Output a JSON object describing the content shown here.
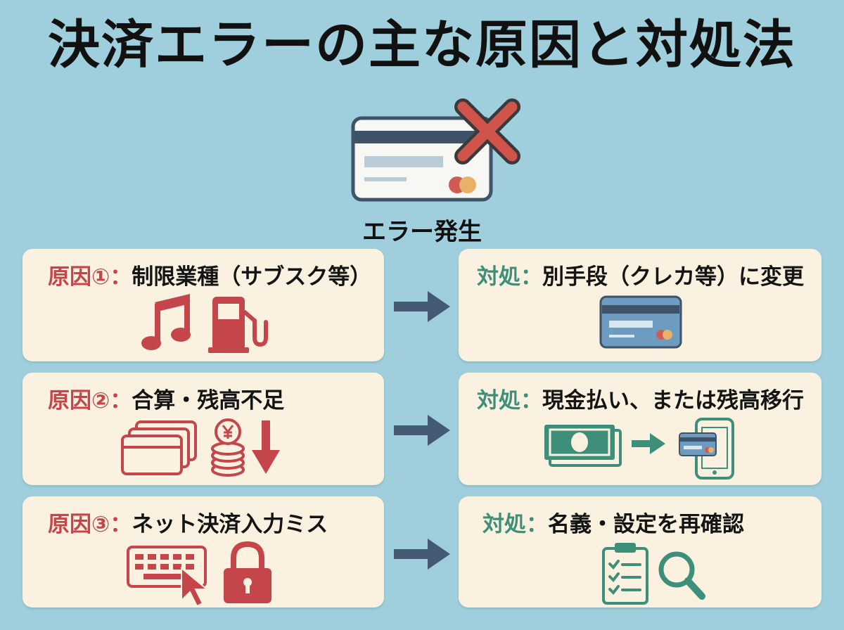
{
  "title": "決済エラーの主な原因と対処法",
  "hero": {
    "caption": "エラー発生"
  },
  "colors": {
    "background": "#9fcfdc",
    "cause": "#c5464a",
    "fix": "#3d8f7a",
    "arrow": "#445a73",
    "box": "#faf1e0"
  },
  "rows": [
    {
      "cause_label": "原因①",
      "cause_text": "制限業種（サブスク等）",
      "cause_icons": [
        "music-note-icon",
        "fuel-pump-icon"
      ],
      "fix_label": "対処",
      "fix_text": "別手段（クレカ等）に変更",
      "fix_icons": [
        "credit-card-icon"
      ]
    },
    {
      "cause_label": "原因②",
      "cause_text": "合算・残高不足",
      "cause_icons": [
        "stacked-cards-icon",
        "yen-coins-icon",
        "down-arrow-icon"
      ],
      "fix_label": "対処",
      "fix_text": "現金払い、または残高移行",
      "fix_icons": [
        "banknote-icon",
        "right-arrow-icon",
        "smartphone-icon"
      ]
    },
    {
      "cause_label": "原因③",
      "cause_text": "ネット決済入力ミス",
      "cause_icons": [
        "keyboard-icon",
        "cursor-icon",
        "padlock-icon"
      ],
      "fix_label": "対処",
      "fix_text": "名義・設定を再確認",
      "fix_icons": [
        "clipboard-checklist-icon",
        "magnifier-icon"
      ]
    }
  ],
  "colon": "："
}
